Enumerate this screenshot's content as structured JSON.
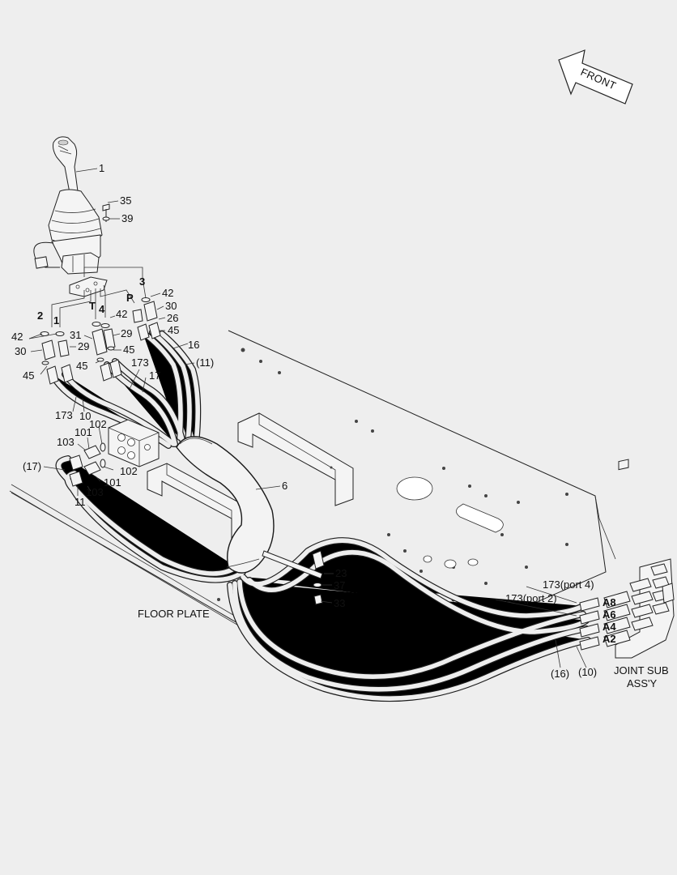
{
  "front_arrow_label": "FRONT",
  "floor_plate_label": "FLOOR PLATE",
  "joint_sub_label_line1": "JOINT SUB",
  "joint_sub_label_line2": "ASS'Y",
  "callouts": {
    "c1": "1",
    "c35": "35",
    "c39": "39",
    "c3": "3",
    "c42a": "42",
    "c30a": "30",
    "c26": "26",
    "c45a": "45",
    "cP": "P",
    "cT": "T",
    "c4": "4",
    "c42b": "42",
    "c31": "31",
    "c29a": "29",
    "c45b": "45",
    "c2": "2",
    "c1b": "1",
    "c42c": "42",
    "c30b": "30",
    "c29b": "29",
    "c45c": "45",
    "c45d": "45",
    "c16": "16",
    "c11p": "(11)",
    "c173a": "173",
    "c17": "17",
    "c173b": "173",
    "c10": "10",
    "c101a": "101",
    "c102a": "102",
    "c103a": "103",
    "c17p": "(17)",
    "c102b": "102",
    "c101b": "101",
    "c103b": "103",
    "c11": "11",
    "c6": "6",
    "c23": "23",
    "c37": "37",
    "c33": "33",
    "c173_port4": "173(port 4)",
    "c173_port2": "173(port 2)",
    "cA8": "A8",
    "cA6": "A6",
    "cA4": "A4",
    "cA2": "A2",
    "c16p": "(16)",
    "c10p": "(10)"
  }
}
